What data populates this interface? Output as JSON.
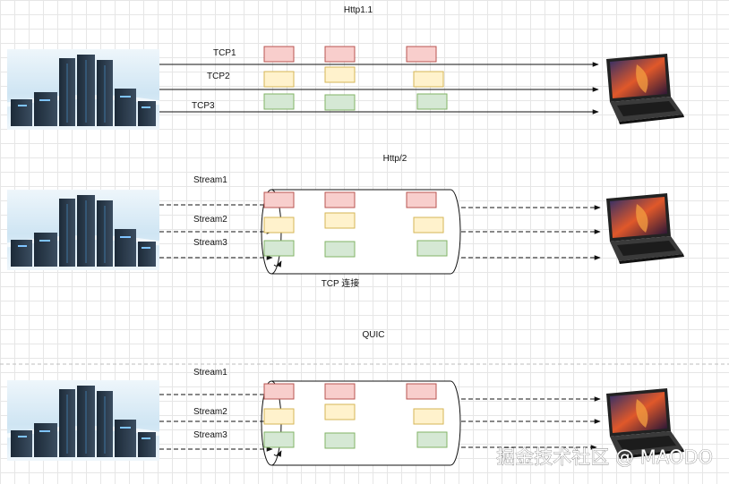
{
  "sections": {
    "http11": {
      "title": "Http1.1",
      "lanes": [
        "TCP1",
        "TCP2",
        "TCP3"
      ]
    },
    "http2": {
      "title": "Http/2",
      "lanes": [
        "Stream1",
        "Stream2",
        "Stream3"
      ],
      "connection_label": "TCP 连接"
    },
    "quic": {
      "title": "QUIC",
      "lanes": [
        "Stream1",
        "Stream2",
        "Stream3"
      ]
    }
  },
  "watermark": "掘金技术社区 @ MAODO",
  "colors": {
    "lane1_fill": "#f8cecc",
    "lane1_stroke": "#b85450",
    "lane2_fill": "#fff2cc",
    "lane2_stroke": "#d6b656",
    "lane3_fill": "#d5e8d4",
    "lane3_stroke": "#82b366"
  },
  "icons": {
    "server": "server-rack-icon",
    "client": "laptop-icon"
  }
}
